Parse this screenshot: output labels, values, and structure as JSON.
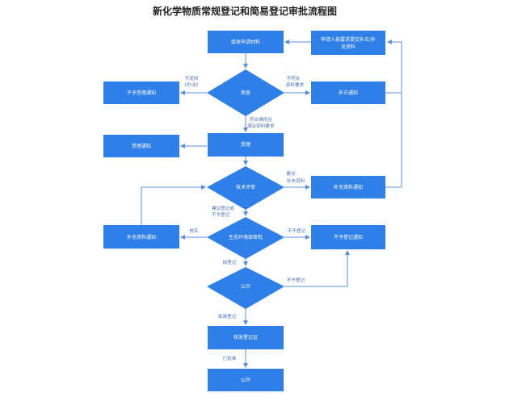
{
  "title": "新化学物质常规登记和简易登记审批流程图",
  "colors": {
    "node": "#2f7fe8",
    "edge": "#5a8fe0",
    "edge_text": "#4a6fb0"
  },
  "nodes": {
    "receive": "接收申请材料",
    "request_supplement": [
      "申请人按要求提交补正/补",
      "充资料"
    ],
    "review": "审查",
    "not_accept": "不予受理通知",
    "correction": "补正通知",
    "accept": "受理",
    "accept_notice": "受理通知",
    "tech_review": "技术评审",
    "supplement_notice_right": "补充资料通知",
    "eco_review": "生态环境部审批",
    "supplement_notice_left": "补充资料通知",
    "not_register": "不予登记通知",
    "publicity": "公示",
    "issue": "核发登记证",
    "open": "公开"
  },
  "edge_labels": {
    "not_applicable": [
      "不适用",
      "《办法》"
    ],
    "not_meet": [
      "不符合",
      "资料要求"
    ],
    "meet": [
      "符合情形且",
      "满足资料要求"
    ],
    "suggest_supplement": [
      "建议",
      "补充资料"
    ],
    "suggest_register": [
      "建议登记或",
      "不予登记"
    ],
    "verify": "核实",
    "no_register_1": "不予登记",
    "plan_register": "拟登记",
    "no_register_2": "不予登记",
    "approve_register": "批准登记",
    "approved": "已批准"
  }
}
